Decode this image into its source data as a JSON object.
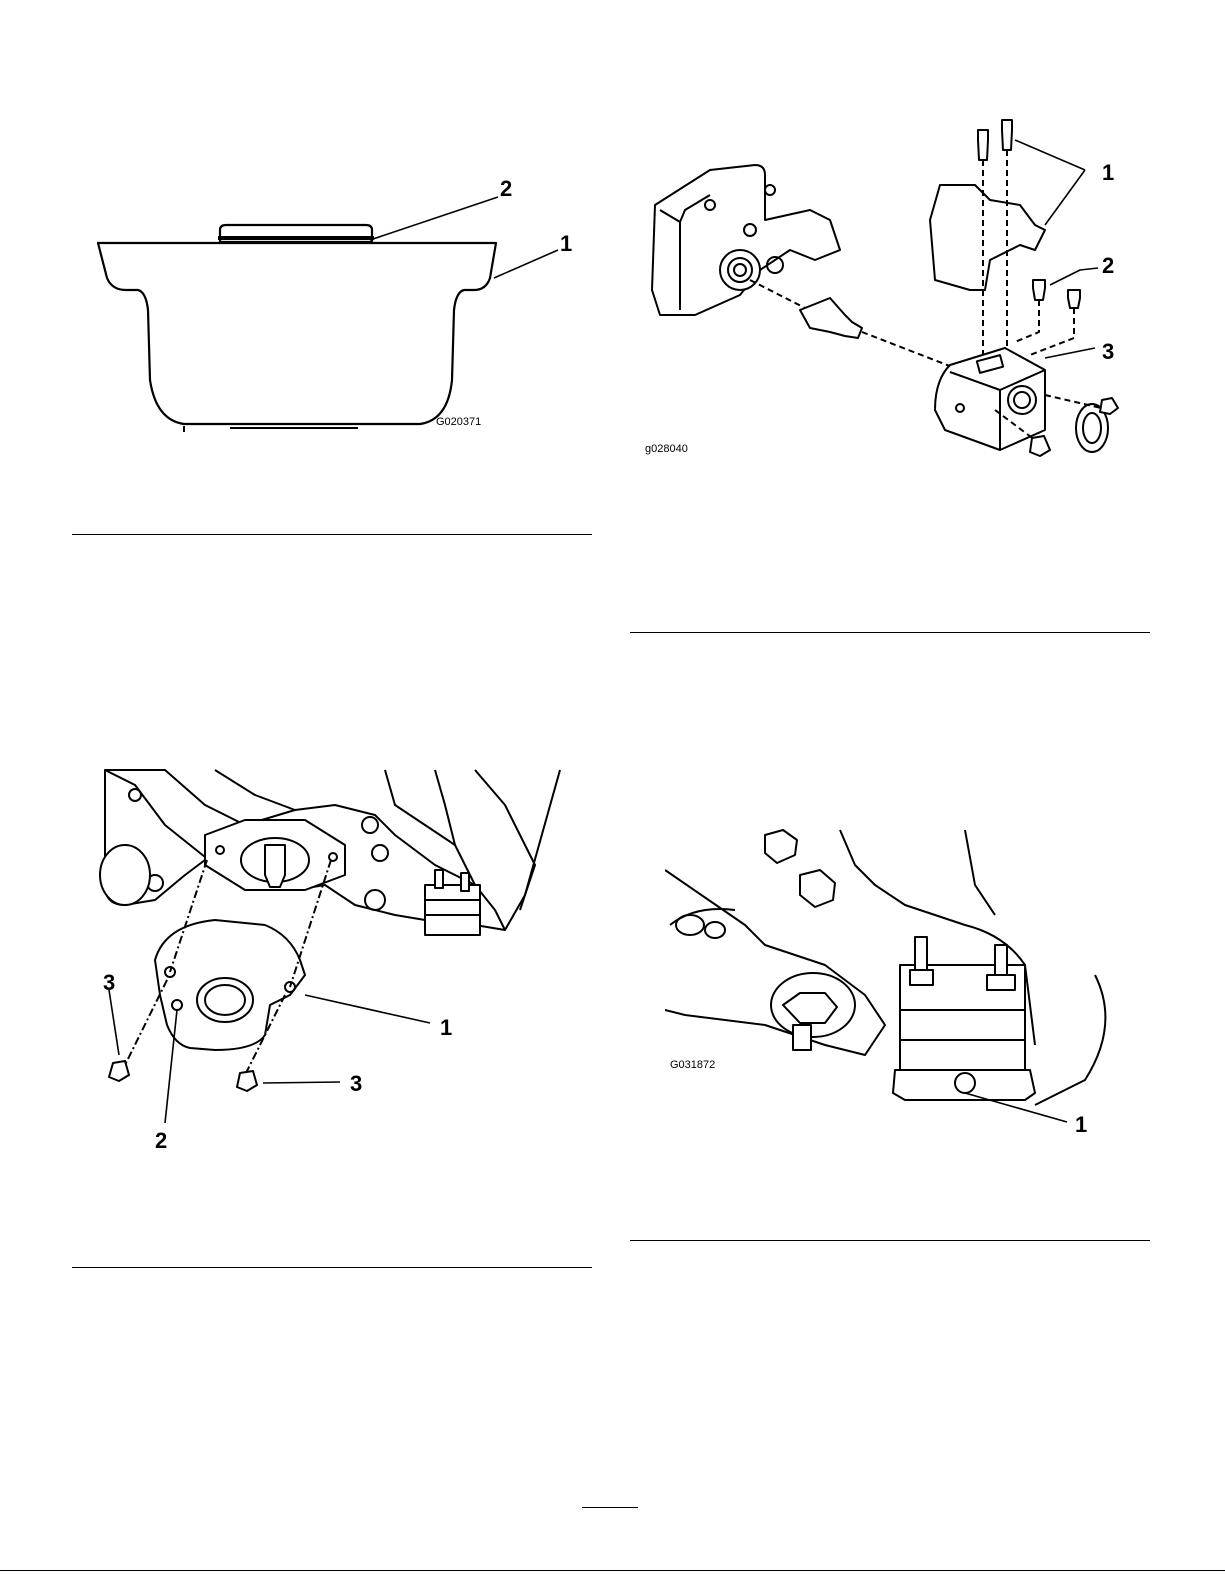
{
  "figures": [
    {
      "id": "G020371",
      "callouts": [
        "1",
        "2"
      ]
    },
    {
      "id": "g028040",
      "callouts": [
        "1",
        "2",
        "3"
      ]
    },
    {
      "id": "",
      "callouts": [
        "1",
        "2",
        "3",
        "3"
      ]
    },
    {
      "id": "G031872",
      "callouts": [
        "1"
      ]
    }
  ]
}
